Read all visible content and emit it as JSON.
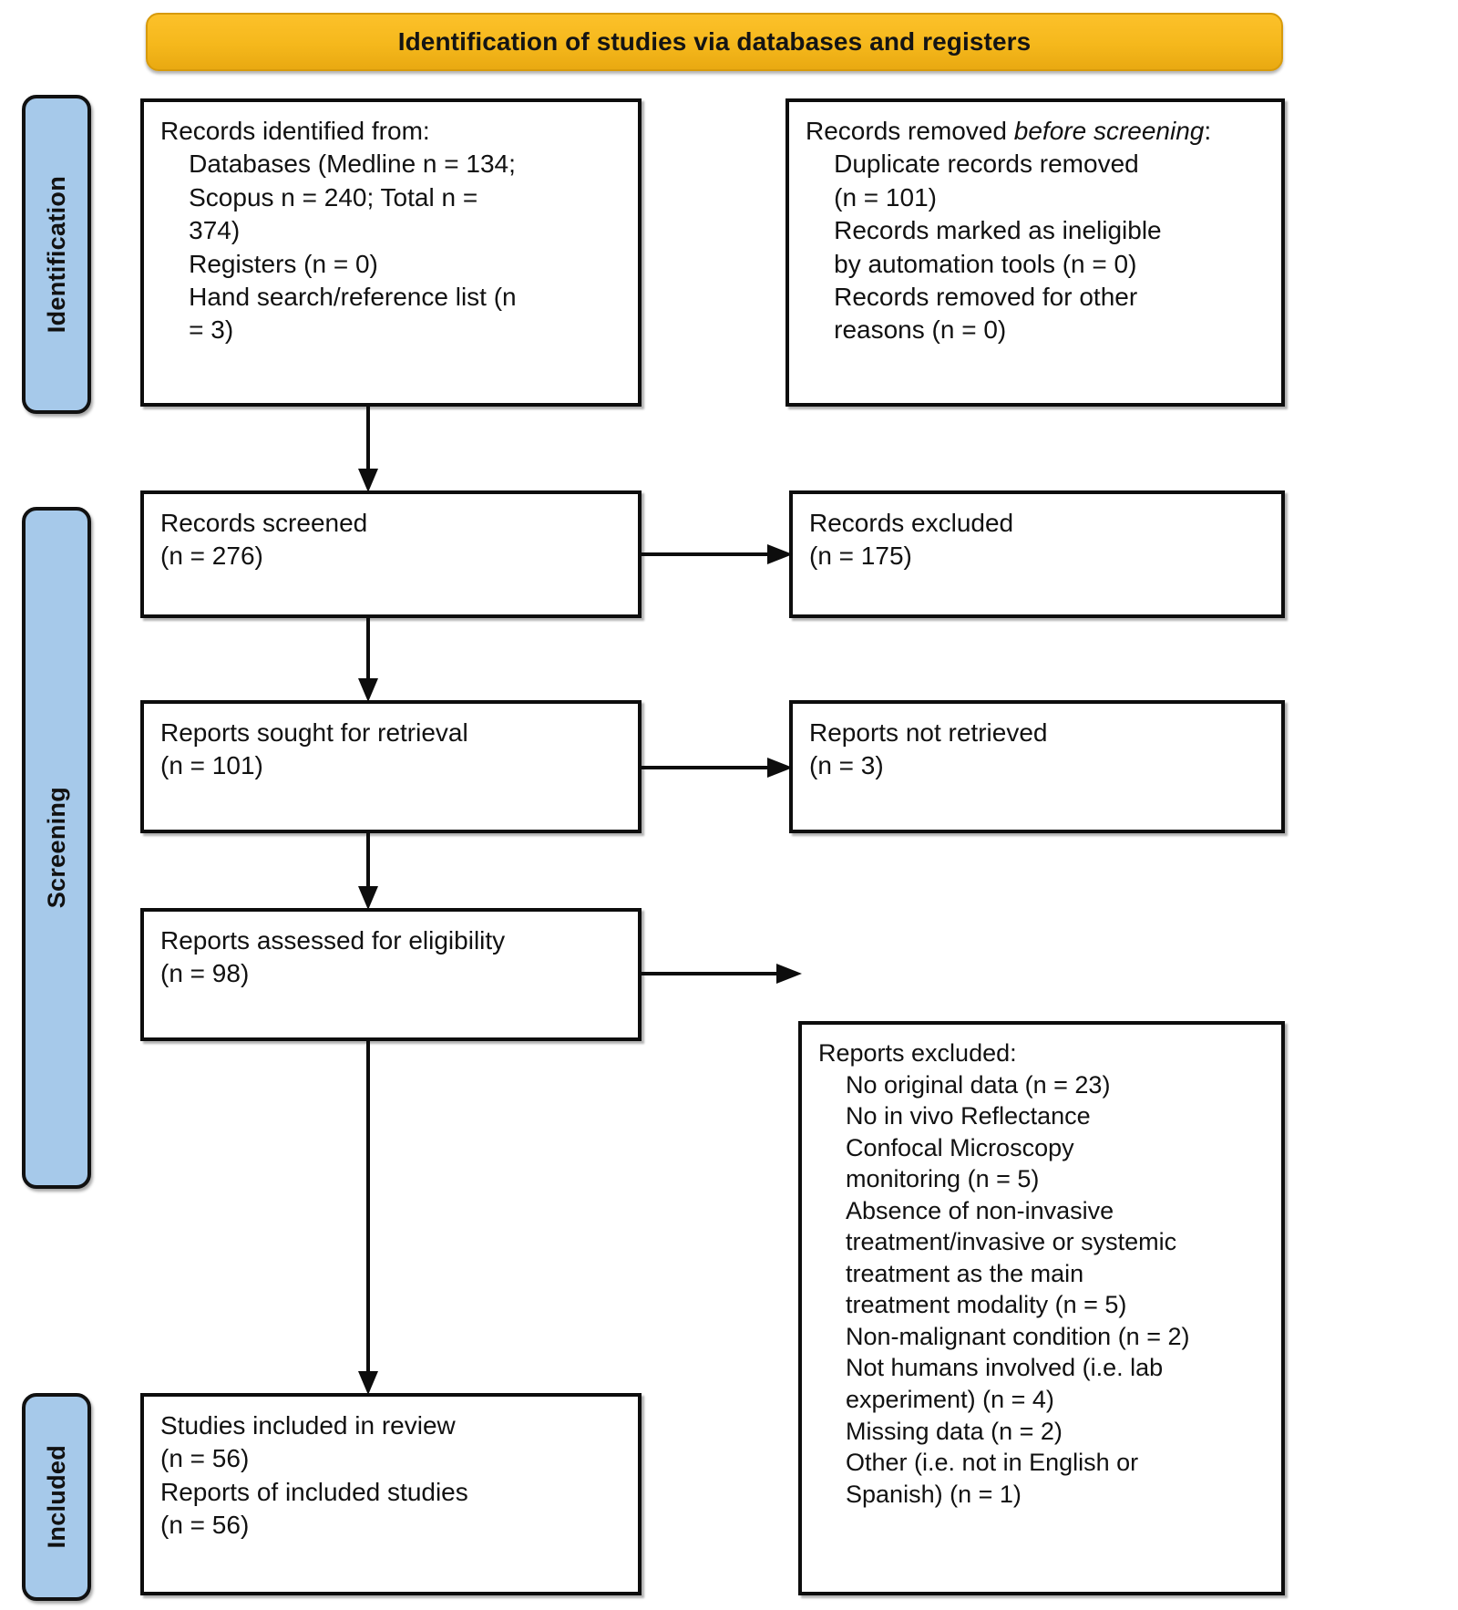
{
  "header": {
    "title": "Identification of studies via databases and registers",
    "color": "#f5b81c"
  },
  "stages": {
    "identification": "Identification",
    "screening": "Screening",
    "included": "Included",
    "color": "#a6c9ea"
  },
  "boxes": {
    "identified": {
      "name": "Records identified from",
      "text": "Records identified from:\n    Databases (Medline n = 134;\n    Scopus n = 240; Total n =\n    374)\n    Registers (n = 0)\n    Hand search/reference list (n\n    = 3)",
      "lines": [
        "Records identified from:",
        "Databases (Medline n = 134; Scopus n = 240; Total n = 374)",
        "Registers (n = 0)",
        "Hand search/reference list (n = 3)"
      ],
      "values": {
        "medline": 134,
        "scopus": 240,
        "databases_total": 374,
        "registers": 0,
        "hand_search": 3
      }
    },
    "removed_before_screening": {
      "name": "Records removed before screening",
      "heading_plain": "Records removed ",
      "heading_italic": "before screening",
      "heading_colon": ":",
      "text": "    Duplicate records removed\n    (n = 101)\n    Records marked as ineligible\n    by automation tools (n = 0)\n    Records removed for other\n    reasons (n = 0)",
      "lines": [
        "Duplicate records removed (n = 101)",
        "Records marked as ineligible by automation tools (n = 0)",
        "Records removed for other reasons (n = 0)"
      ],
      "values": {
        "duplicates_removed": 101,
        "ineligible_automation": 0,
        "removed_other": 0
      }
    },
    "screened": {
      "name": "Records screened",
      "text": "Records screened\n(n = 276)",
      "label": "Records screened",
      "count": 276
    },
    "records_excluded": {
      "name": "Records excluded",
      "text": "Records excluded\n(n = 175)",
      "label": "Records excluded",
      "count": 175
    },
    "sought": {
      "name": "Reports sought for retrieval",
      "text": "Reports sought for retrieval\n(n = 101)",
      "label": "Reports sought for retrieval",
      "count": 101
    },
    "not_retrieved": {
      "name": "Reports not retrieved",
      "text": "Reports not retrieved\n(n = 3)",
      "label": "Reports not retrieved",
      "count": 3
    },
    "assessed": {
      "name": "Reports assessed for eligibility",
      "text": "Reports assessed for eligibility\n(n = 98)",
      "label": "Reports assessed for eligibility",
      "count": 98
    },
    "reports_excluded": {
      "name": "Reports excluded",
      "text": "Reports excluded:\n    No original data (n = 23)\n    No in vivo Reflectance\n    Confocal Microscopy\n    monitoring (n = 5)\n    Absence of non-invasive\n    treatment/invasive or systemic\n    treatment as the main\n    treatment modality (n = 5)\n    Non-malignant condition (n = 2)\n    Not humans involved (i.e. lab\n    experiment) (n = 4)\n    Missing data (n = 2)\n    Other (i.e. not in English or\n    Spanish) (n = 1)",
      "heading": "Reports excluded:",
      "reasons": [
        {
          "reason": "No original data",
          "n": 23
        },
        {
          "reason": "No in vivo Reflectance Confocal Microscopy monitoring",
          "n": 5
        },
        {
          "reason": "Absence of non-invasive treatment/invasive or systemic treatment as the main treatment modality",
          "n": 5
        },
        {
          "reason": "Non-malignant condition",
          "n": 2
        },
        {
          "reason": "Not humans involved (i.e. lab experiment)",
          "n": 4
        },
        {
          "reason": "Missing data",
          "n": 2
        },
        {
          "reason": "Other (i.e. not in English or Spanish)",
          "n": 1
        }
      ]
    },
    "included": {
      "name": "Studies included in review",
      "text": "Studies included in review\n(n = 56)\nReports of included studies\n(n = 56)",
      "lines": [
        "Studies included in review",
        "(n = 56)",
        "Reports of included studies",
        "(n = 56)"
      ],
      "values": {
        "studies_included": 56,
        "reports_of_included_studies": 56
      }
    }
  }
}
